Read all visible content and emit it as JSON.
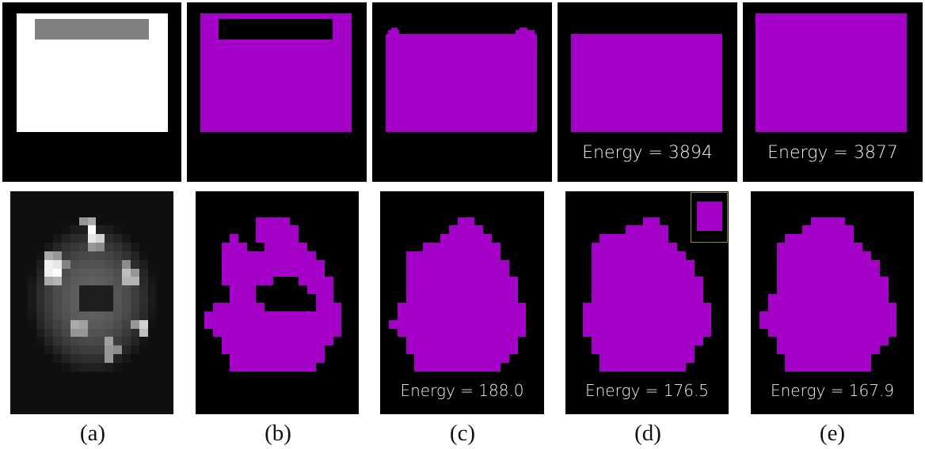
{
  "figure": {
    "colors": {
      "background": "#000000",
      "segment": "#a500c8",
      "gray_bar": "#808080",
      "white": "#ffffff",
      "inset_border": "#8f8f2a"
    },
    "top_row": {
      "panels": [
        {
          "id": "a",
          "type": "input-synthetic",
          "energy": null
        },
        {
          "id": "b",
          "type": "segmentation",
          "energy": null
        },
        {
          "id": "c",
          "type": "segmentation",
          "energy": null
        },
        {
          "id": "d",
          "type": "segmentation",
          "energy_label": "Energy = 3894"
        },
        {
          "id": "e",
          "type": "segmentation",
          "energy_label": "Energy = 3877"
        }
      ]
    },
    "bottom_row": {
      "panels": [
        {
          "id": "a",
          "type": "input-grayscale",
          "energy_label": null
        },
        {
          "id": "b",
          "type": "segmentation",
          "energy_label": null
        },
        {
          "id": "c",
          "type": "segmentation",
          "energy_label": "Energy = 188.0"
        },
        {
          "id": "d",
          "type": "segmentation",
          "energy_label": "Energy = 176.5",
          "has_inset": true
        },
        {
          "id": "e",
          "type": "segmentation",
          "energy_label": "Energy = 167.9"
        }
      ]
    },
    "captions": [
      "(a)",
      "(b)",
      "(c)",
      "(d)",
      "(e)"
    ]
  }
}
